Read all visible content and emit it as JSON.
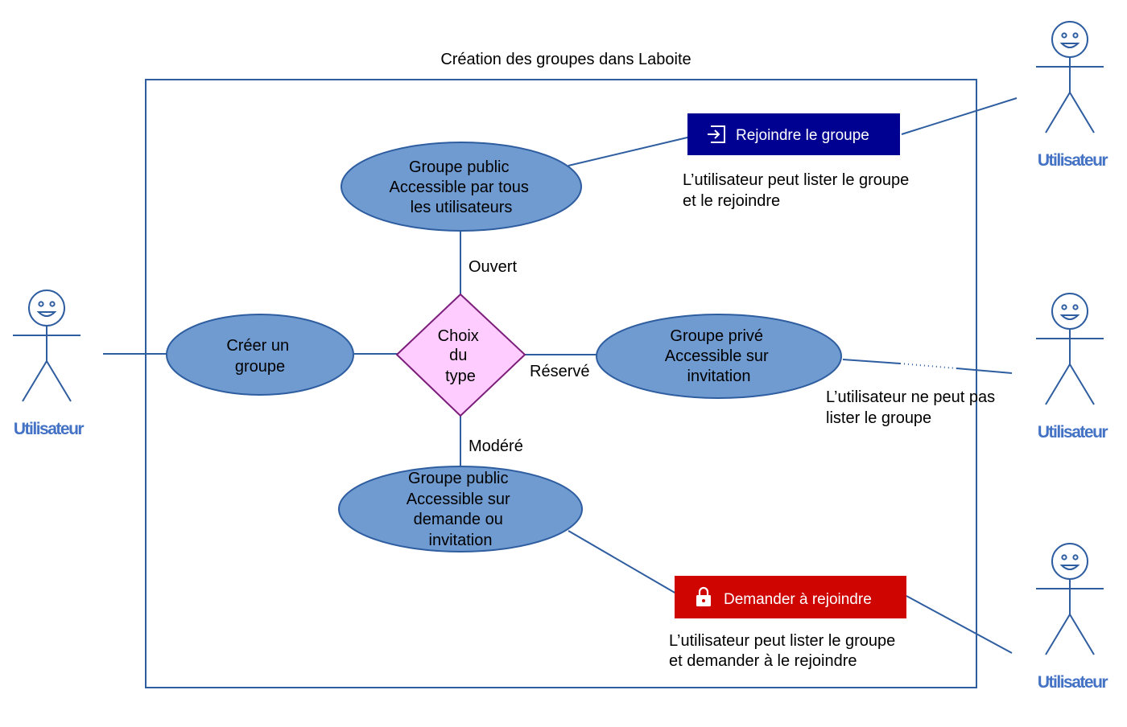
{
  "diagram": {
    "title": "Création des groupes dans Laboite",
    "actor_label": "Utilisateur",
    "nodes": {
      "create": [
        "Créer un",
        "groupe"
      ],
      "choice": [
        "Choix",
        "du",
        "type"
      ],
      "public_open": [
        "Groupe public",
        "Accessible par tous",
        "les utilisateurs"
      ],
      "private": [
        "Groupe privé",
        "Accessible sur",
        "invitation"
      ],
      "public_moderated": [
        "Groupe public",
        "Accessible sur",
        "demande ou",
        "invitation"
      ]
    },
    "edges": {
      "open": "Ouvert",
      "reserved": "Réservé",
      "moderated": "Modéré"
    },
    "buttons": {
      "join": {
        "label": "Rejoindre le groupe",
        "icon": "enter-icon",
        "color": "#000091"
      },
      "request": {
        "label": "Demander à rejoindre",
        "icon": "lock-icon",
        "color": "#CE0500"
      }
    },
    "notes": {
      "join": [
        "L’utilisateur peut lister le groupe",
        "et le rejoindre"
      ],
      "private": [
        "L’utilisateur ne peut pas",
        "lister le groupe"
      ],
      "request": [
        "L’utilisateur peut lister le groupe",
        "et demander à le rejoindre"
      ]
    },
    "colors": {
      "ellipse_fill": "#6F9BD1",
      "ellipse_stroke": "#2E5DA0",
      "diamond_fill": "#FFCCFF",
      "diamond_stroke": "#7B1E7A",
      "frame": "#2E5DA0",
      "actor": "#2E5DA0",
      "actor_label": "#4472C4"
    }
  }
}
